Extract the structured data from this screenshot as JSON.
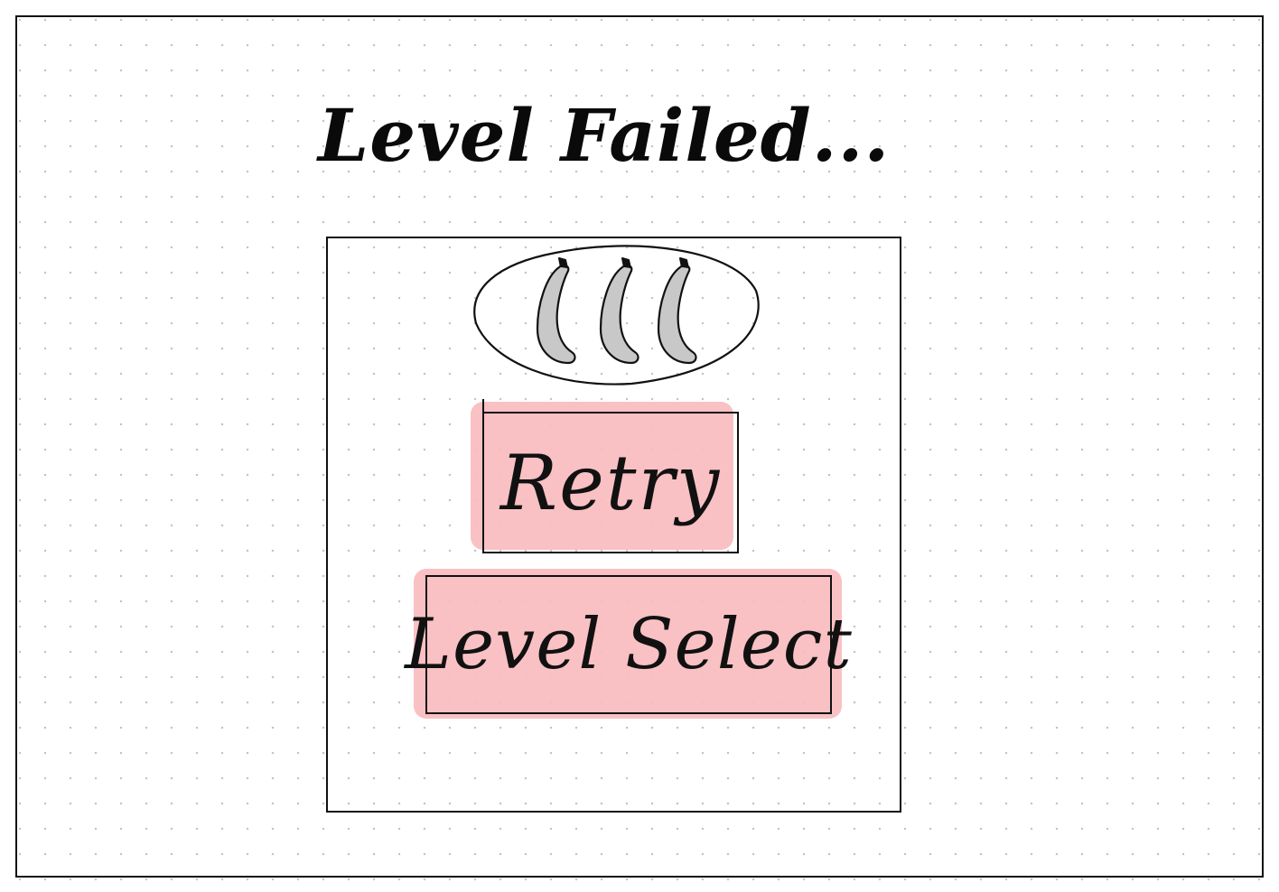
{
  "screen": {
    "title": "Level Failed..."
  },
  "rating": {
    "max_stars": 3,
    "earned_stars": 0,
    "icon": "banana-icon",
    "empty_color": "#c8c8c8"
  },
  "buttons": {
    "retry_label": "Retry",
    "level_select_label": "Level Select"
  },
  "colors": {
    "button_fill": "#f8bcbf",
    "ink": "#111111"
  }
}
